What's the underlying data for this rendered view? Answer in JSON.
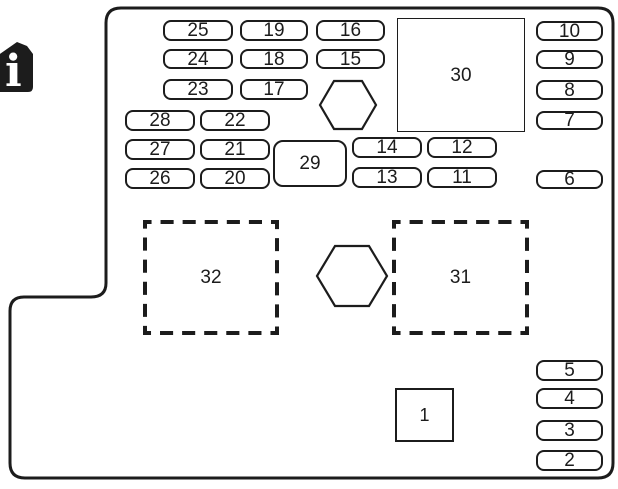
{
  "icon": {
    "name": "info-book",
    "glyph": "i"
  },
  "panel": {
    "fuses": {
      "2": "2",
      "3": "3",
      "4": "4",
      "5": "5",
      "6": "6",
      "7": "7",
      "8": "8",
      "9": "9",
      "10": "10",
      "11": "11",
      "12": "12",
      "13": "13",
      "14": "14",
      "15": "15",
      "16": "16",
      "17": "17",
      "18": "18",
      "19": "19",
      "20": "20",
      "21": "21",
      "22": "22",
      "23": "23",
      "24": "24",
      "25": "25",
      "26": "26",
      "27": "27",
      "28": "28"
    },
    "relay_box": "29",
    "large_box": "30",
    "square_box": "1",
    "dashed_boxes": {
      "31": "31",
      "32": "32"
    }
  },
  "colors": {
    "line": "#1c1c1c",
    "background": "#ffffff"
  }
}
